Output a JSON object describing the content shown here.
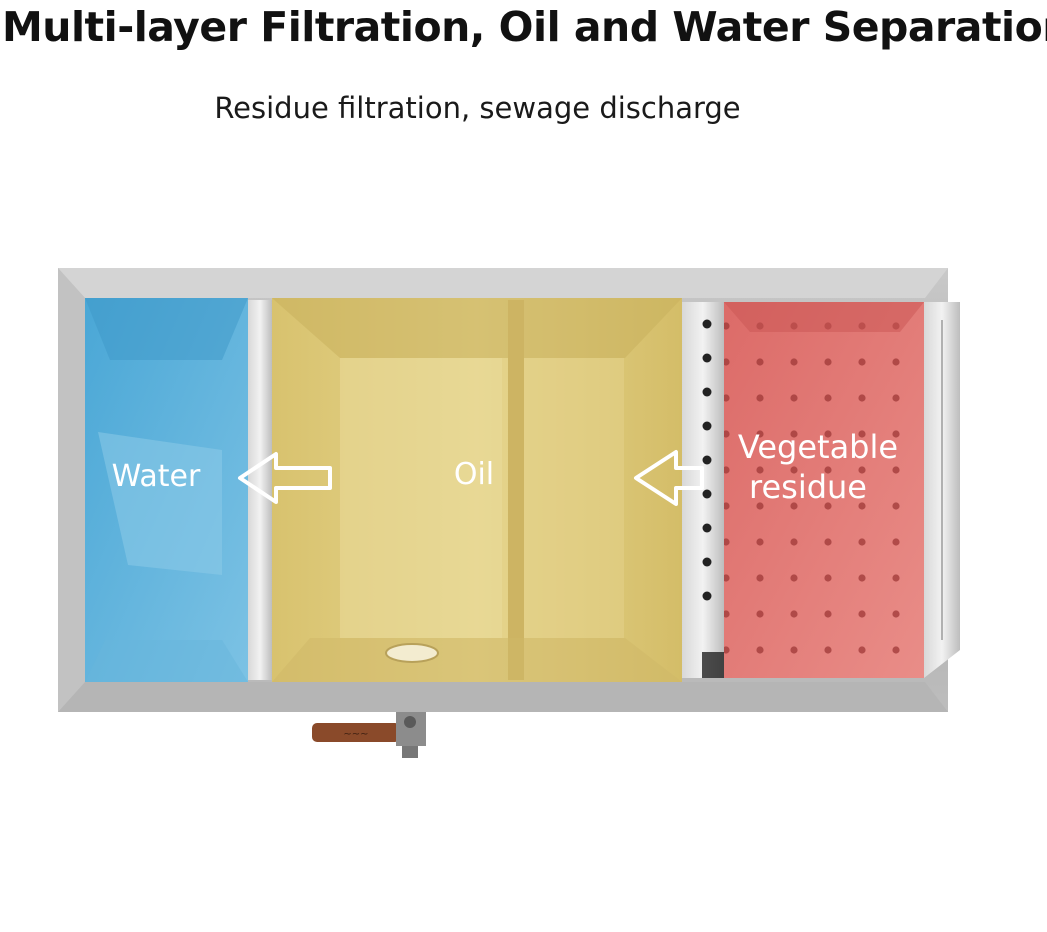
{
  "title": "Multi-layer Filtration, Oil and Water Separation",
  "subtitle": "Residue filtration, sewage discharge",
  "zones": {
    "water": {
      "label": "Water",
      "color": "#4aa7d6"
    },
    "oil": {
      "label": "Oil",
      "color": "#d8c26e"
    },
    "residue": {
      "label_line1": "Vegetable",
      "label_line2": "residue",
      "color": "#dc6b68"
    }
  },
  "flow_arrows": [
    {
      "from": "residue",
      "to": "oil"
    },
    {
      "from": "oil",
      "to": "water"
    }
  ]
}
